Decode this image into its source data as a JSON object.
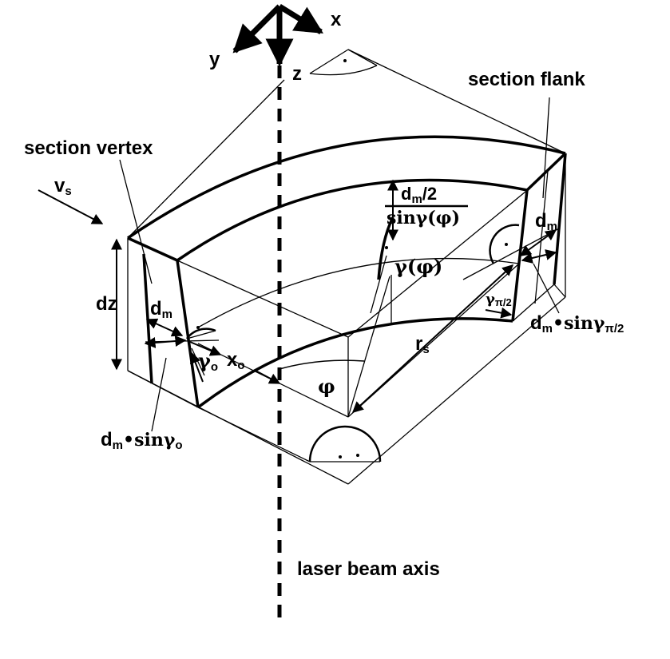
{
  "axes": {
    "x": "x",
    "y": "y",
    "z": "z"
  },
  "labels": {
    "section_flank": "section flank",
    "section_vertex": "section vertex",
    "laser_beam_axis": "laser beam axis",
    "dz": "dz",
    "r_s_main": "r",
    "r_s_sub": "s",
    "v_s_main": "v",
    "v_s_sub": "s",
    "phi": "φ",
    "d_m_left_main": "d",
    "d_m_left_sub": "m",
    "d_m_right_main": "d",
    "d_m_right_sub": "m",
    "gamma_o_main": "γ",
    "gamma_o_sub": "o",
    "x_o_main": "x",
    "x_o_sub": "o",
    "gamma_phi": "γ(φ)",
    "gamma_pi2_main": "γ",
    "gamma_pi2_sub": "π/2",
    "frac_num_main": "d",
    "frac_num_sub": "m",
    "frac_num_rest": "/2",
    "frac_den": "sinγ(φ)",
    "dm_sin_go_d": "d",
    "dm_sin_go_m": "m",
    "dm_sin_go_sin": "•sinγ",
    "dm_sin_go_o": "o",
    "dm_sin_gpi_d": "d",
    "dm_sin_gpi_m": "m",
    "dm_sin_gpi_sin": "•sinγ",
    "dm_sin_gpi_sub": "π/2"
  },
  "colors": {
    "ink": "#000000",
    "background": "#ffffff"
  }
}
